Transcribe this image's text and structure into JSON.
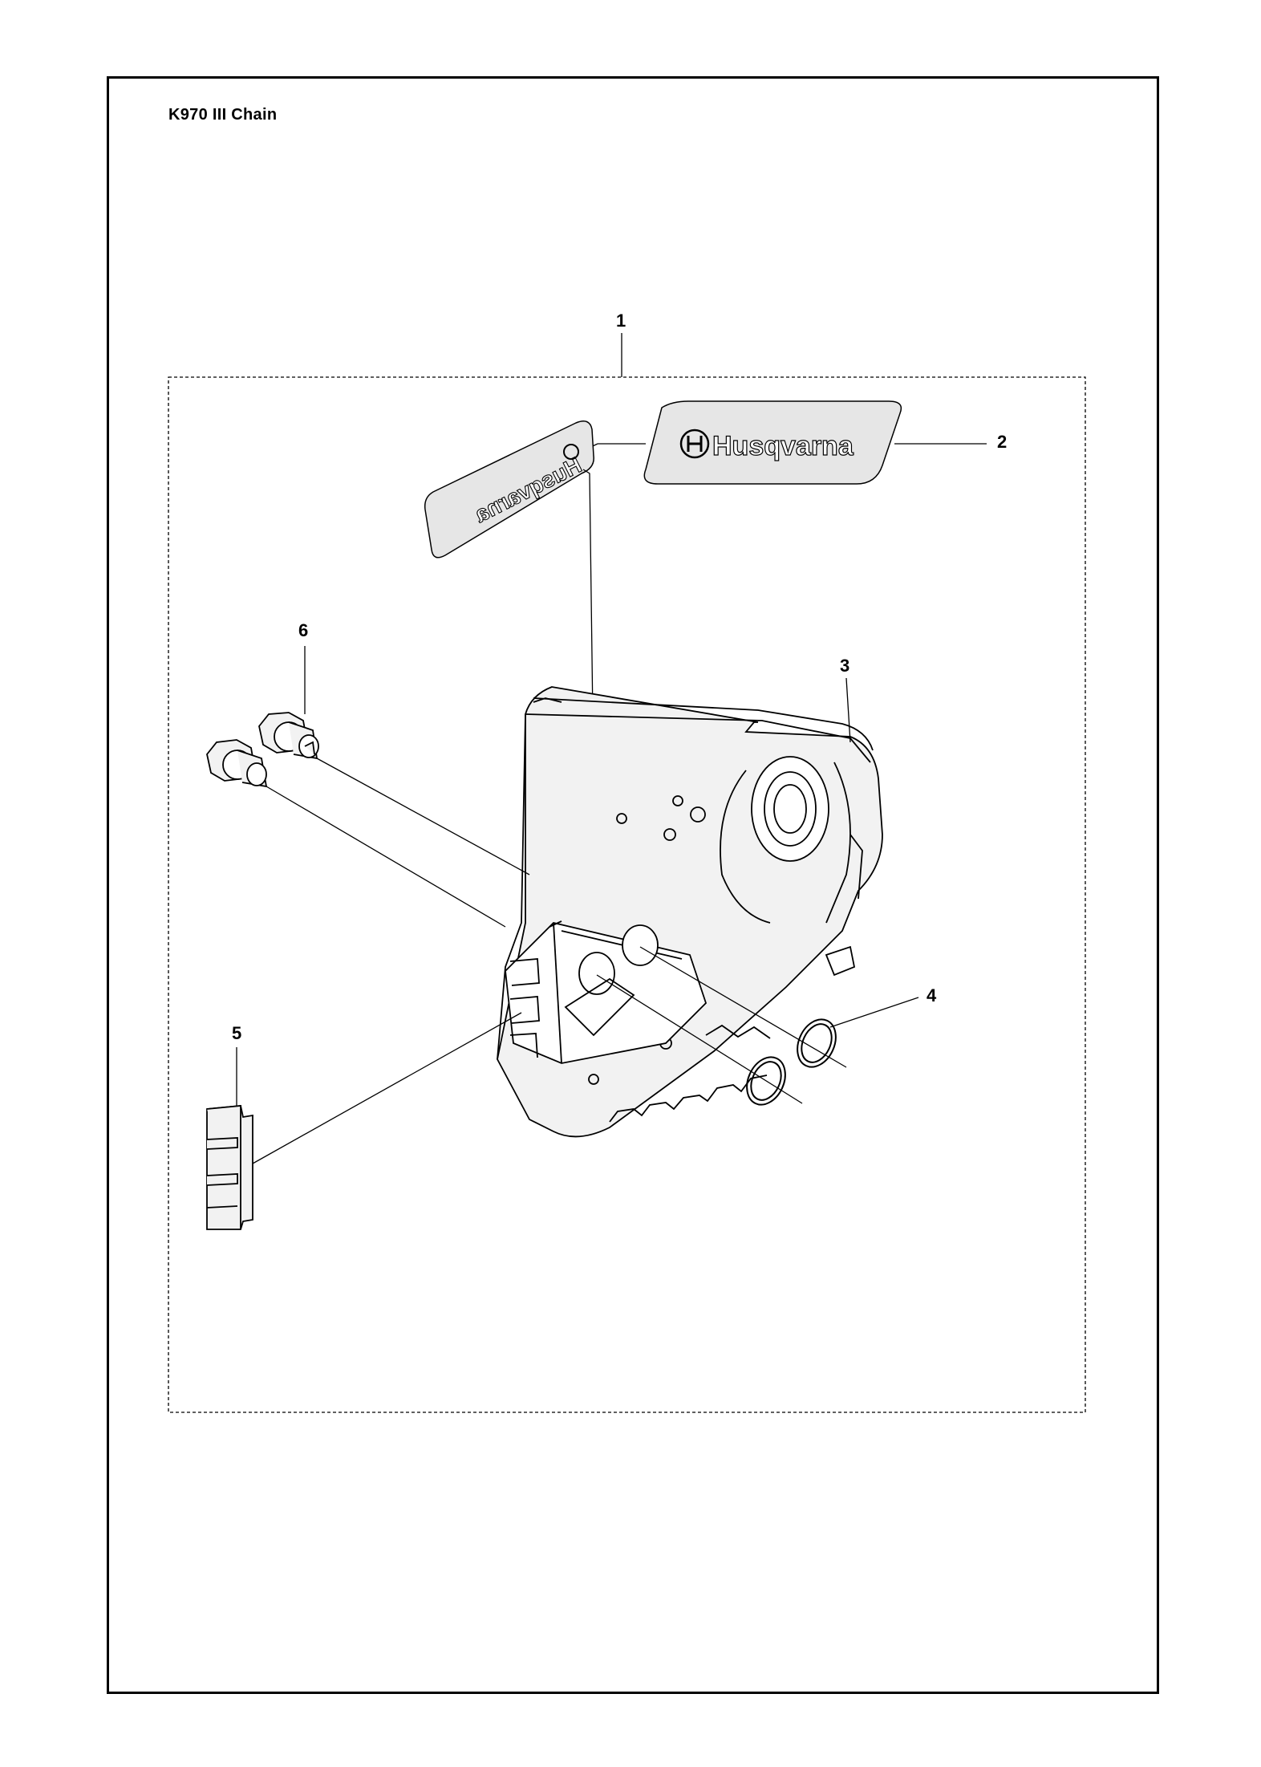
{
  "page": {
    "title": "K970 III Chain"
  },
  "diagram": {
    "brand_text": "Husqvarna",
    "callouts": [
      {
        "id": "c1",
        "label": "1"
      },
      {
        "id": "c2",
        "label": "2"
      },
      {
        "id": "c3",
        "label": "3"
      },
      {
        "id": "c4",
        "label": "4"
      },
      {
        "id": "c5",
        "label": "5"
      },
      {
        "id": "c6",
        "label": "6"
      }
    ]
  },
  "colors": {
    "line": "#000000",
    "background": "#ffffff",
    "decal_fill": "#e6e6e6",
    "part_fill": "#f2f2f2"
  }
}
